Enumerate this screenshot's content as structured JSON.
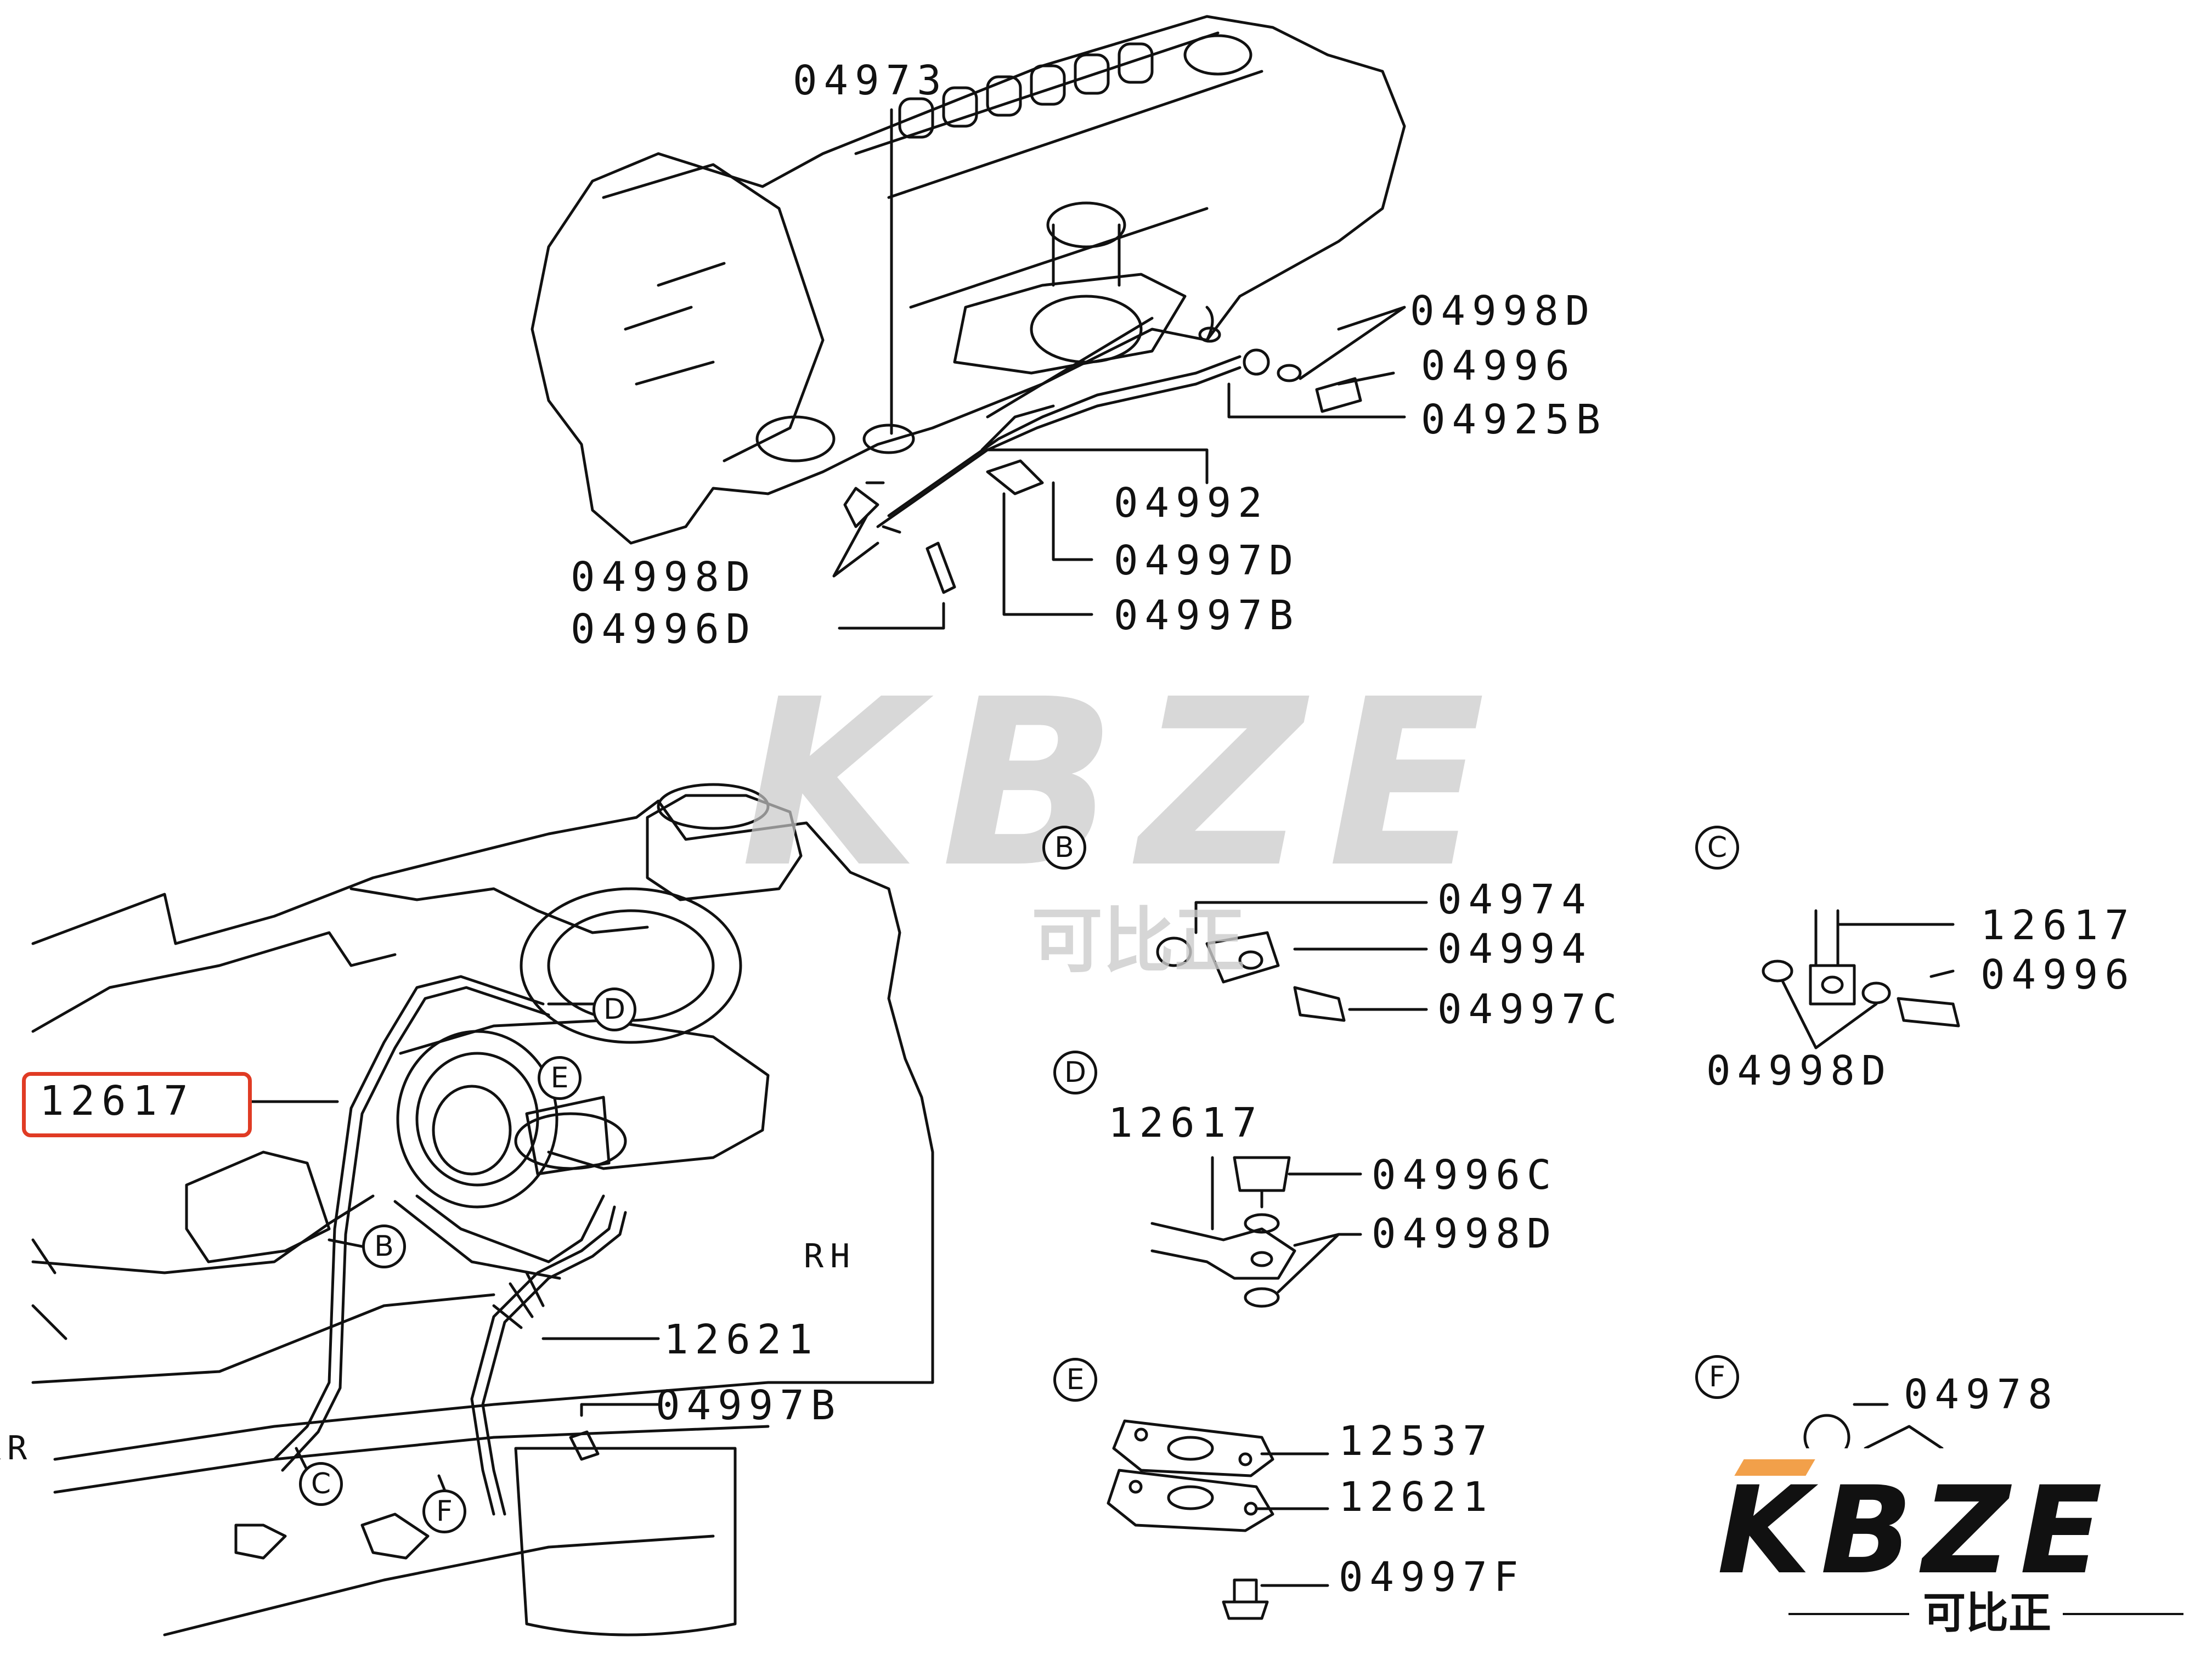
{
  "top_group": {
    "labels": [
      "04973",
      "04998D",
      "04996",
      "04925B",
      "04992",
      "04997D",
      "04998D",
      "04996D",
      "04997B"
    ]
  },
  "main_group": {
    "highlighted": "12617",
    "labels": [
      "12621",
      "04997B",
      "RH",
      "RR"
    ]
  },
  "detail_b": {
    "tag": "B",
    "labels": [
      "04974",
      "04994",
      "04997C"
    ]
  },
  "detail_c": {
    "tag": "C",
    "labels": [
      "12617",
      "04996",
      "04998D"
    ]
  },
  "detail_d": {
    "tag": "D",
    "labels": [
      "12617",
      "04996C",
      "04998D"
    ]
  },
  "detail_e": {
    "tag": "E",
    "labels": [
      "12537",
      "12621",
      "04997F"
    ]
  },
  "detail_f": {
    "tag": "F",
    "labels": [
      "04978"
    ]
  },
  "callouts": {
    "b": "B",
    "c": "C",
    "d": "D",
    "e": "E",
    "f": "F"
  },
  "watermark": {
    "brand": "KBZE",
    "subtitle": "可比正"
  },
  "logo": {
    "brand": "KBZE",
    "subtitle": "可比正"
  },
  "colors": {
    "line": "#111111",
    "highlight": "#e03b24",
    "logo_accent": "#f2a04a",
    "watermark": "#cccccc"
  }
}
